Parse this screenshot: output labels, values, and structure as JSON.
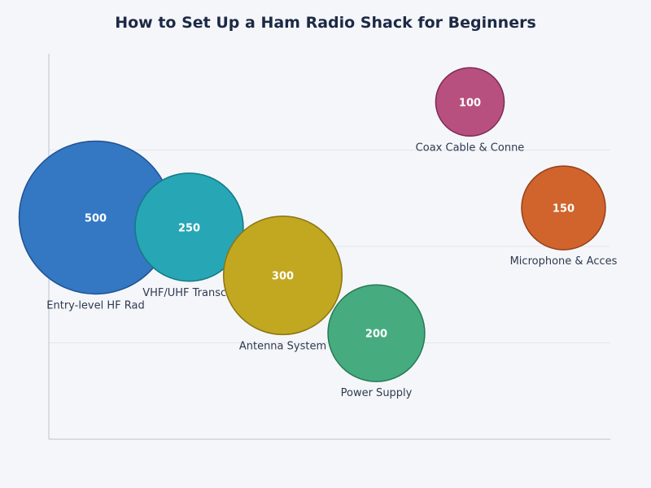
{
  "chart_data": {
    "type": "scatter",
    "title": "How to Set Up a Ham Radio Shack for Beginners",
    "xlabel": "",
    "ylabel": "",
    "xlim": [
      0,
      6
    ],
    "ylim": [
      0,
      4
    ],
    "grid": "horizontal",
    "legend": "none",
    "points": [
      {
        "label": "Entry-level HF Rad",
        "x": 0.5,
        "y": 2.3,
        "size": 500,
        "value_label": "500",
        "color": "#3477c2",
        "stroke": "#1f5390"
      },
      {
        "label": "VHF/UHF Transcei",
        "x": 1.5,
        "y": 2.2,
        "size": 250,
        "value_label": "250",
        "color": "#27a6b5",
        "stroke": "#137a86"
      },
      {
        "label": "Antenna System",
        "x": 2.5,
        "y": 1.7,
        "size": 300,
        "value_label": "300",
        "color": "#c2a720",
        "stroke": "#8a7612"
      },
      {
        "label": "Power Supply",
        "x": 3.5,
        "y": 1.1,
        "size": 200,
        "value_label": "200",
        "color": "#47ab80",
        "stroke": "#267a55"
      },
      {
        "label": "Coax Cable & Conne",
        "x": 4.5,
        "y": 3.5,
        "size": 100,
        "value_label": "100",
        "color": "#b8507f",
        "stroke": "#7c2a55"
      },
      {
        "label": "Microphone & Acces",
        "x": 5.5,
        "y": 2.4,
        "size": 150,
        "value_label": "150",
        "color": "#d0642c",
        "stroke": "#94411b"
      }
    ],
    "gridlines_y": [
      1,
      2,
      3
    ],
    "axis_color": "#bcc2cc",
    "grid_color": "#e3e6ec"
  }
}
